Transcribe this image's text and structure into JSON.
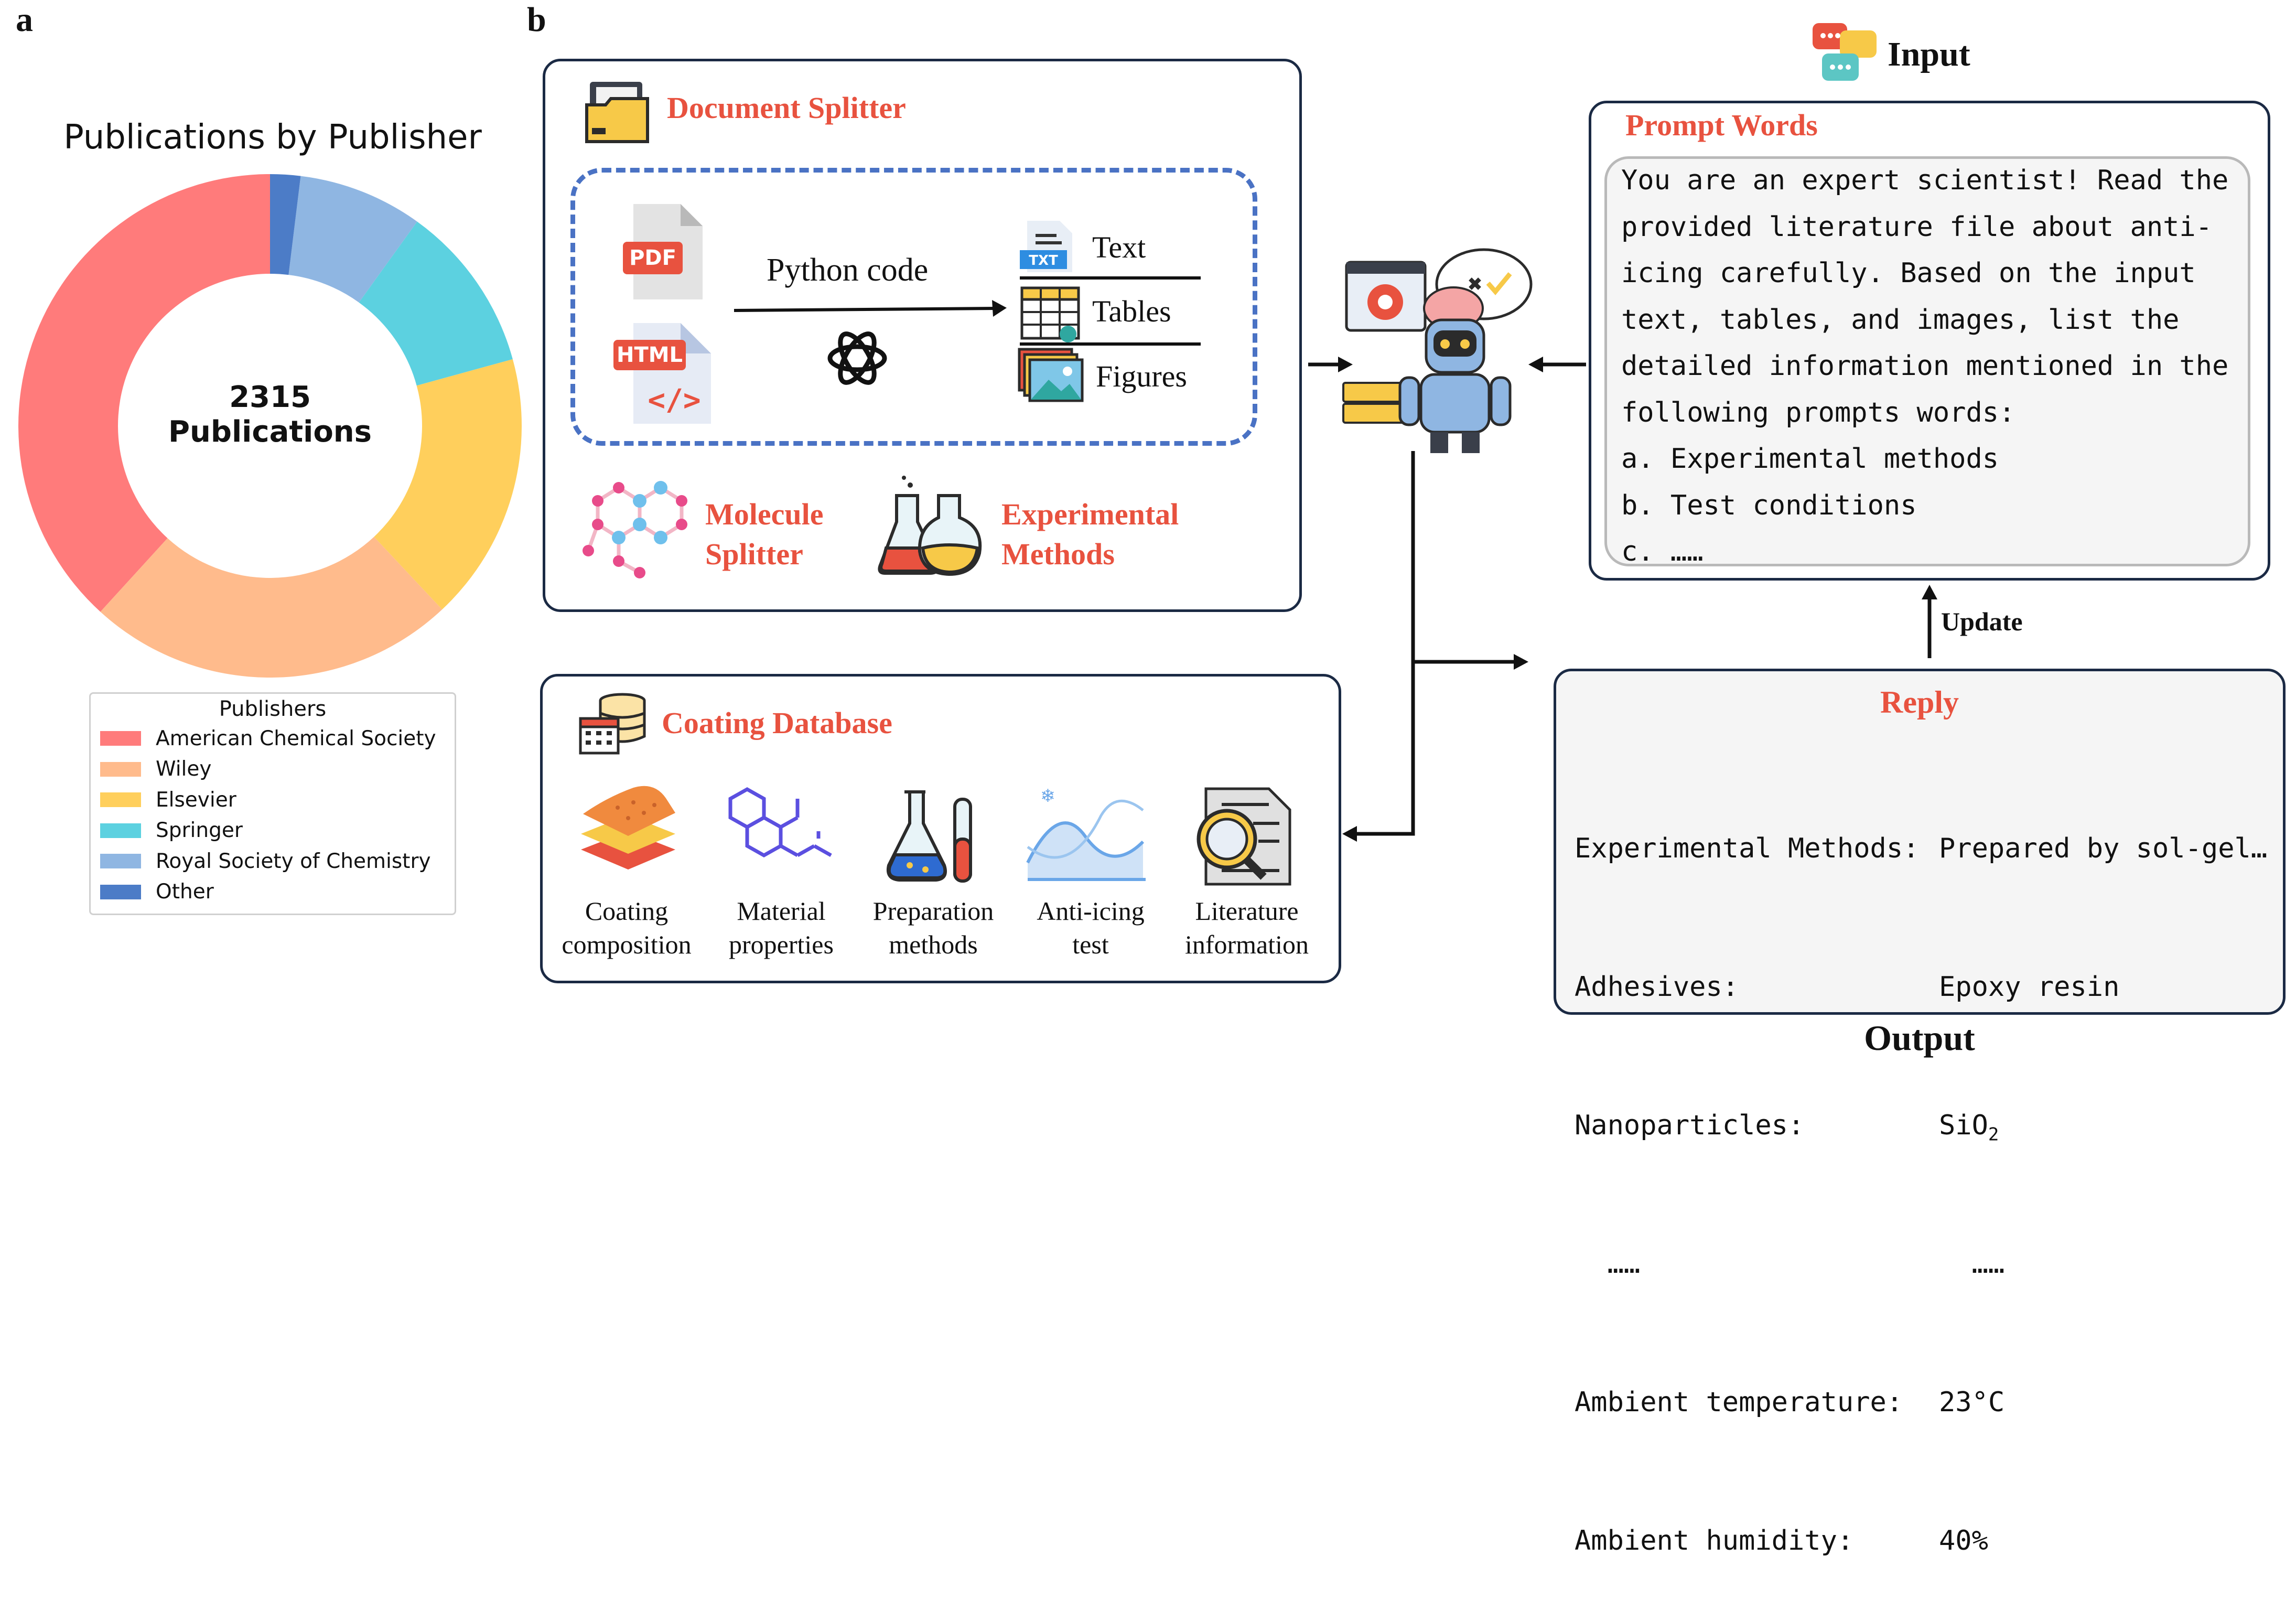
{
  "panel_a": {
    "letter": "a",
    "chart_data": {
      "type": "pie",
      "title": "Publications by Publisher",
      "center_total": "2315",
      "center_label": "Publications",
      "legend_title": "Publishers",
      "legend_position": "bottom",
      "slices": [
        {
          "name": "American Chemical Society",
          "value": 885,
          "color": "#ff7b7b"
        },
        {
          "name": "Wiley",
          "value": 550,
          "color": "#ffbb8c"
        },
        {
          "name": "Elsevier",
          "value": 400,
          "color": "#ffcf5c"
        },
        {
          "name": "Springer",
          "value": 250,
          "color": "#5cd1e0"
        },
        {
          "name": "Royal Society of Chemistry",
          "value": 185,
          "color": "#8fb6e2"
        },
        {
          "name": "Other",
          "value": 45,
          "color": "#4c7cc7"
        }
      ]
    }
  },
  "panel_b": {
    "letter": "b",
    "document_splitter": {
      "title": "Document Splitter",
      "pdf_label": "PDF",
      "html_label": "HTML",
      "html_code_glyph": "</>",
      "python_code": "Python code",
      "outputs": [
        "Text",
        "Tables",
        "Figures"
      ],
      "txt_badge": "TXT"
    },
    "molecule_splitter": "Molecule Splitter",
    "molecule_line1": "Molecule",
    "molecule_line2": "Splitter",
    "experimental_line1": "Experimental",
    "experimental_line2": "Methods",
    "coating_database": {
      "title": "Coating Database",
      "items": [
        {
          "line1": "Coating",
          "line2": "composition"
        },
        {
          "line1": "Material",
          "line2": "properties"
        },
        {
          "line1": "Preparation",
          "line2": "methods"
        },
        {
          "line1": "Anti-icing",
          "line2": "test"
        },
        {
          "line1": "Literature",
          "line2": "information"
        }
      ]
    },
    "input_label": "Input",
    "prompt": {
      "title": "Prompt Words",
      "lines": [
        "You are an expert scientist! Read the",
        "provided literature file about anti-",
        "icing carefully. Based on the input",
        "text, tables, and images, list the",
        "detailed information mentioned in the",
        "following prompts words:",
        "a. Experimental methods",
        "b. Test conditions",
        "c. ……"
      ]
    },
    "update_label": "Update",
    "reply": {
      "title": "Reply",
      "rows": [
        {
          "key": "Experimental Methods:",
          "value": "Prepared by sol-gel…"
        },
        {
          "key": "Adhesives:",
          "value": "Epoxy resin"
        },
        {
          "key": "Nanoparticles:",
          "value": "SiO",
          "sub": "2"
        },
        {
          "key": "  ……",
          "value": "  ……"
        },
        {
          "key": "Ambient temperature:",
          "value": "23°C"
        },
        {
          "key": "Ambient humidity:",
          "value": "40%"
        }
      ]
    },
    "output_label": "Output"
  },
  "colors": {
    "accent_red": "#e8523f",
    "box_border": "#1b2a44",
    "dashed_blue": "#4a72c4"
  }
}
